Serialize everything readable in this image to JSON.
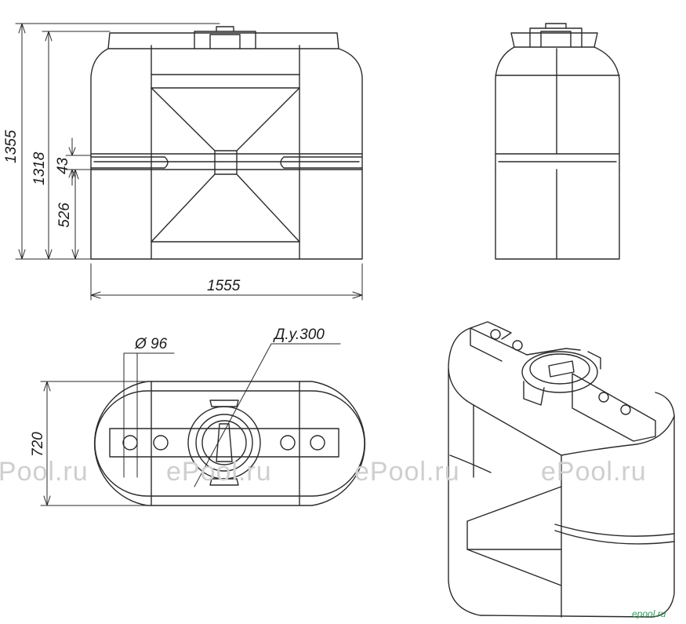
{
  "dimensions": {
    "overall_height": "1355",
    "fill_height": "1318",
    "groove_height": "43",
    "lower_section_height": "526",
    "length": "1555",
    "width": "720",
    "hole_diameter": "Ø 96",
    "neck_nominal": "Д.у.300"
  },
  "watermarks": [
    "ePool.ru",
    "ePool.ru",
    "ePool.ru",
    "ePool.ru"
  ],
  "corner_watermark": "epool.ru",
  "colors": {
    "line": "#2a2a2a",
    "watermark": "#cfcfcf",
    "corner_mark": "#2e9e5b"
  }
}
